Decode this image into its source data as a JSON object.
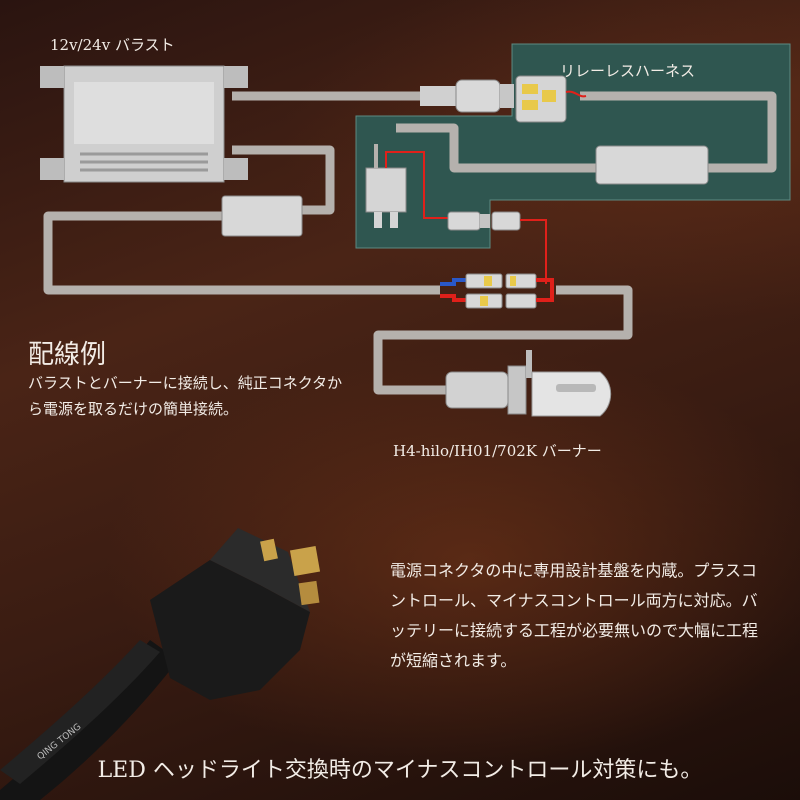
{
  "labels": {
    "ballast": "12v/24v バラスト",
    "harness": "リレーレスハーネス",
    "burner": "H4-hilo/IH01/702K バーナー"
  },
  "wiring_example": {
    "title": "配線例",
    "description": "バラストとバーナーに接続し、純正コネクタから電源を取るだけの簡単接続。"
  },
  "feature_text": "電源コネクタの中に専用設計基盤を内蔵。プラスコントロール、マイナスコントロール両方に対応。バッテリーに接続する工程が必要無いので大幅に工程が短縮されます。",
  "bottom_caption": "LED ヘッドライト交換時のマイナスコントロール対策にも。",
  "cable_print": "QING TONG",
  "colors": {
    "harness_panel": "#2f5650",
    "wire": "#b5b1ad",
    "red_wire": "#e0201a",
    "blue_wire": "#2a58c8"
  }
}
